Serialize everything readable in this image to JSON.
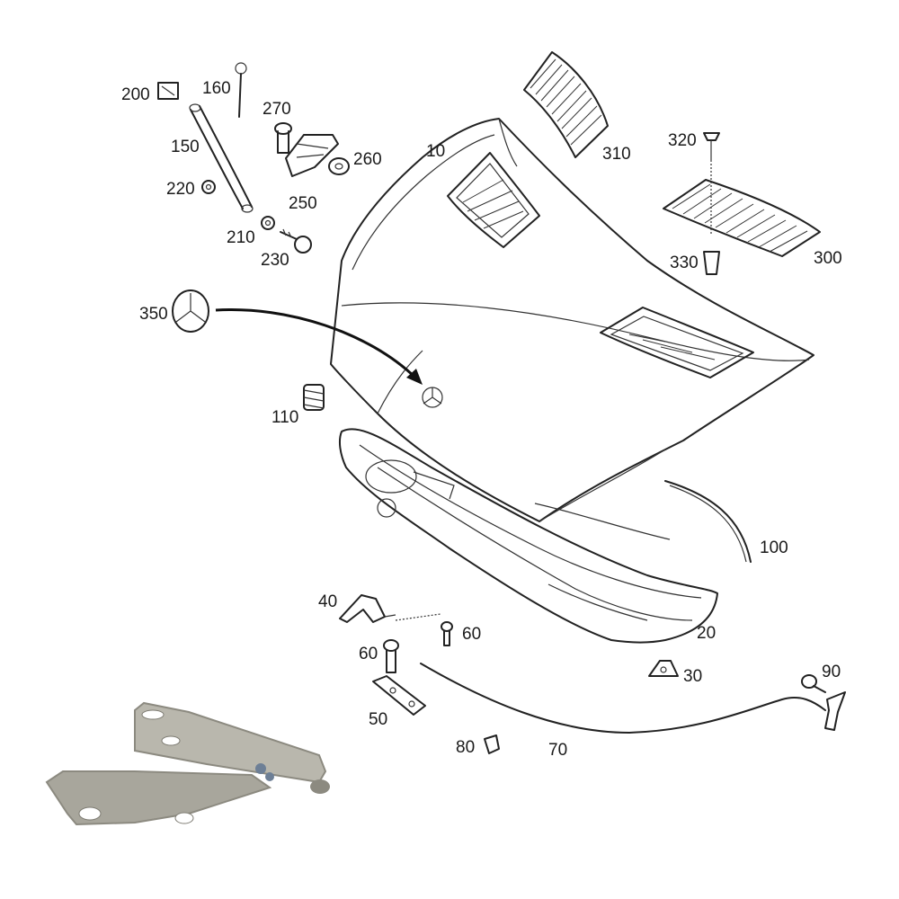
{
  "diagram": {
    "callouts": [
      {
        "id": "p10",
        "label": "10"
      },
      {
        "id": "p20",
        "label": "20"
      },
      {
        "id": "p30",
        "label": "30"
      },
      {
        "id": "p40",
        "label": "40"
      },
      {
        "id": "p50",
        "label": "50"
      },
      {
        "id": "p60a",
        "label": "60"
      },
      {
        "id": "p60b",
        "label": "60"
      },
      {
        "id": "p70",
        "label": "70"
      },
      {
        "id": "p80",
        "label": "80"
      },
      {
        "id": "p90",
        "label": "90"
      },
      {
        "id": "p100",
        "label": "100"
      },
      {
        "id": "p110",
        "label": "110"
      },
      {
        "id": "p150",
        "label": "150"
      },
      {
        "id": "p160",
        "label": "160"
      },
      {
        "id": "p200",
        "label": "200"
      },
      {
        "id": "p210",
        "label": "210"
      },
      {
        "id": "p220",
        "label": "220"
      },
      {
        "id": "p230",
        "label": "230"
      },
      {
        "id": "p250",
        "label": "250"
      },
      {
        "id": "p260",
        "label": "260"
      },
      {
        "id": "p270",
        "label": "270"
      },
      {
        "id": "p300",
        "label": "300"
      },
      {
        "id": "p310",
        "label": "310"
      },
      {
        "id": "p320",
        "label": "320"
      },
      {
        "id": "p330",
        "label": "330"
      },
      {
        "id": "p350",
        "label": "350"
      }
    ],
    "colors": {
      "line": "#222222",
      "hinge_metal": "#b9b7ad",
      "hinge_shadow": "#8c8a80"
    },
    "icons": [
      "hood-panel",
      "hood-frame",
      "air-vent-grille",
      "emblem-star",
      "hinge-photo",
      "release-cable"
    ]
  }
}
